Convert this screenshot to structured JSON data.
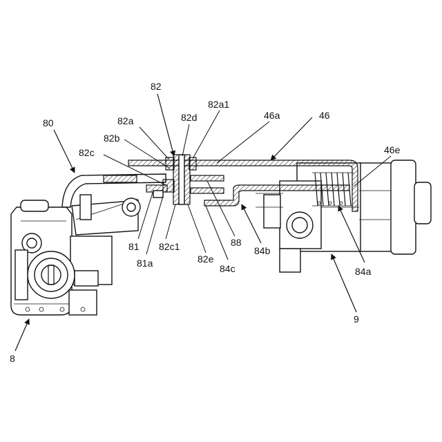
{
  "labels": {
    "l82": "82",
    "l82a1": "82a1",
    "l82d": "82d",
    "l82a": "82a",
    "l82b": "82b",
    "l82c": "82c",
    "l80": "80",
    "l46a": "46a",
    "l46": "46",
    "l46e": "46e",
    "l81": "81",
    "l81a": "81a",
    "l82c1": "82c1",
    "l82e": "82e",
    "l84c": "84c",
    "l88": "88",
    "l84b": "84b",
    "l84a": "84a",
    "l9": "9",
    "l8": "8"
  }
}
